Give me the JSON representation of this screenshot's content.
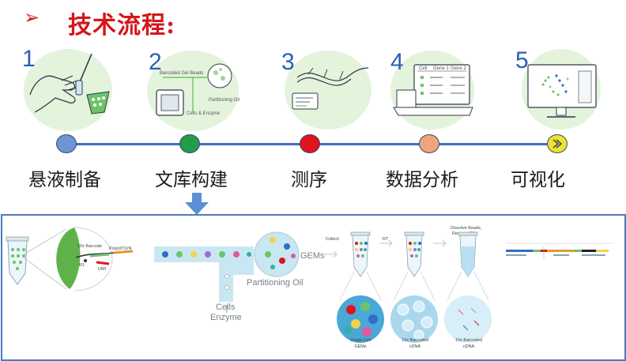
{
  "header": {
    "arrow": "➢",
    "title": "技术流程:"
  },
  "steps": [
    {
      "num": "1",
      "label": "悬液制备",
      "node_color": "#6d95d2"
    },
    {
      "num": "2",
      "label": "文库构建",
      "node_color": "#239c4a"
    },
    {
      "num": "3",
      "label": "测序",
      "node_color": "#e0141c"
    },
    {
      "num": "4",
      "label": "数据分析",
      "node_color": "#f0a57a"
    },
    {
      "num": "5",
      "label": "可视化",
      "node_color": "#f2e22a"
    }
  ],
  "icons": {
    "step2": {
      "beads": "Barcoded Gel Beads",
      "oil": "Partitioning Oil",
      "cells": "Cells & Enzyme"
    },
    "step4": {
      "headers": [
        "Cell",
        "Gene 1",
        "Gene 2"
      ]
    }
  },
  "workflow": {
    "droplet": {
      "barcode": "10x Barcode",
      "polyt": "Poly(dT)VN",
      "r1": "R1",
      "umi": "UMI"
    },
    "channel": {
      "gems": "GEMs",
      "oil": "Partitioning Oil",
      "cells": "Cells",
      "enzyme": "Enzyme"
    },
    "tubes": {
      "labels": [
        "Collect",
        "RT",
        "Dissolve Beads,",
        "Remove Oil"
      ],
      "captions": [
        [
          "Single Cell",
          "GEMs"
        ],
        [
          "10x Barcoded",
          "cDNA"
        ],
        [
          "10x Barcoded",
          "cDNA"
        ]
      ]
    }
  },
  "colors": {
    "accent_red": "#d4171b",
    "step_blue": "#2a5fb8",
    "timeline": "#3f6fc6",
    "frame": "#4a7cbf",
    "bubble": "#e4f3dc",
    "drop_arrow": "#5b8fd6"
  }
}
